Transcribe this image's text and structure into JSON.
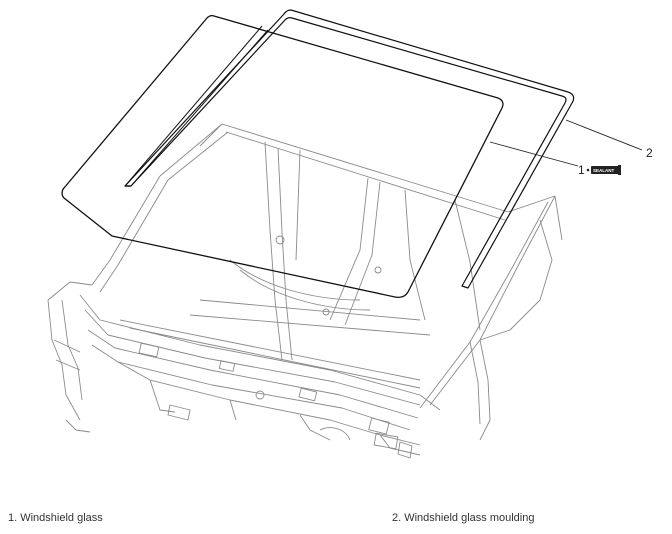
{
  "callouts": {
    "glass_number": "1",
    "moulding_number": "2",
    "sealant_badge": "SEALANT"
  },
  "legend": {
    "item1": "1. Windshield glass",
    "item2": "2. Windshield glass moulding"
  },
  "colors": {
    "glass_outline": "#111111",
    "body_lines": "#8a8a8a",
    "badge_fill": "#222222"
  }
}
